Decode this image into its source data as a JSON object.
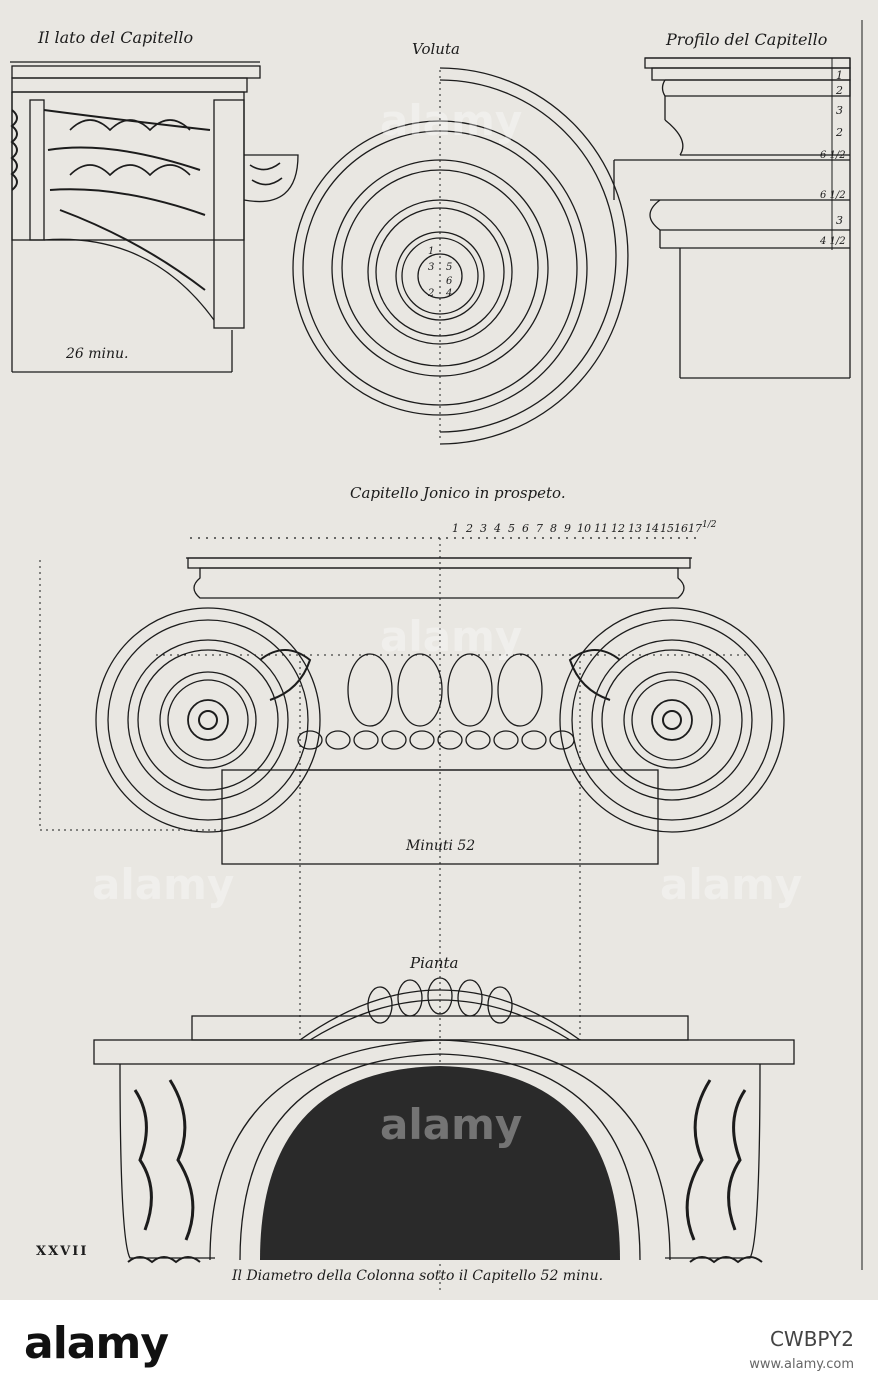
{
  "plate": {
    "side_title": "Il lato del Capitello",
    "volute_title": "Voluta",
    "profile_title": "Profilo del Capitello",
    "side_measure": "26 minu.",
    "front_title": "Capitello Jonico in prospeto.",
    "front_measure": "Minuti 52",
    "plan_title": "Pianta",
    "plate_number": "XXVII",
    "caption": "Il Diametro della Colonna sotto il Capitello 52 minu.",
    "profile_scale": [
      "1",
      "2",
      "3",
      "2",
      "6 1/2",
      "6 1/2",
      "3",
      "4 1/2"
    ],
    "volute_points": [
      "1",
      "3",
      "5",
      "6",
      "2",
      "4"
    ],
    "ruler_top": [
      "1",
      "2",
      "3",
      "4",
      "5",
      "6",
      "7",
      "8",
      "9",
      "10",
      "11",
      "12",
      "13",
      "14",
      "15",
      "16",
      "17",
      "1/2"
    ]
  },
  "watermark": {
    "brand": "alamy",
    "image_id": "CWBPY2",
    "url": "www.alamy.com"
  }
}
